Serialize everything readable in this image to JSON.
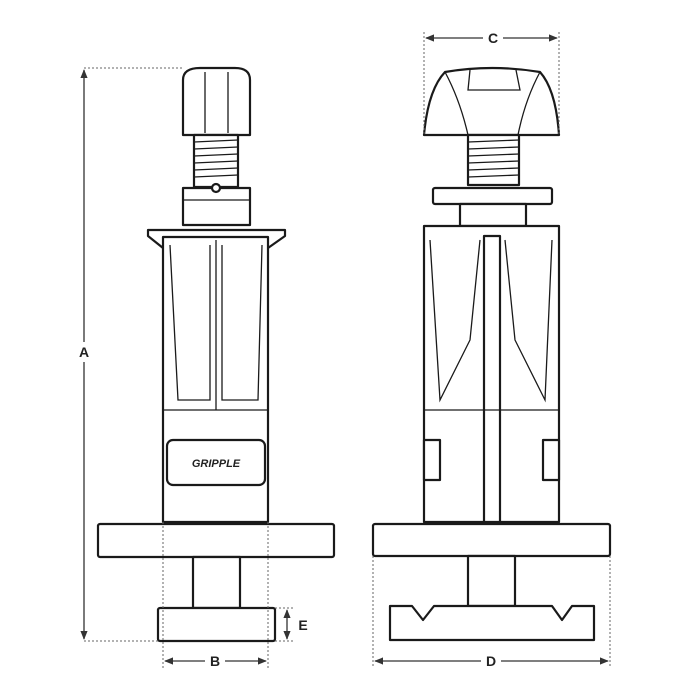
{
  "labels": {
    "a": "A",
    "b": "B",
    "c": "C",
    "d": "D",
    "e": "E"
  },
  "logo_text": "GRIPPLE"
}
